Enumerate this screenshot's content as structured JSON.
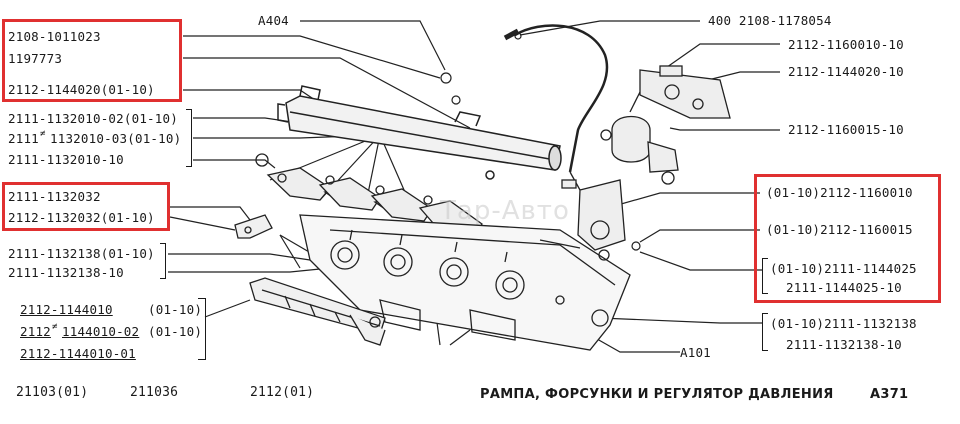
{
  "callouts": {
    "l1": "2108-1011023",
    "l2": "1197773",
    "l3": "2112-1144020(01-10)",
    "l4": "2111-1132010-02(01-10)",
    "l5": "2111",
    "l5b": "1132010-03(01-10)",
    "l6": "2111-1132010-10",
    "l7": "2111-1132032",
    "l8": "2112-1132032(01-10)",
    "l9": "2111-1132138(01-10)",
    "l10": "2111-1132138-10",
    "l11": "2112-1144010",
    "l11b": "(01-10)",
    "l12": "2112",
    "l12b": "1144010-02",
    "l12c": "(01-10)",
    "l13": "2112-1144010-01",
    "t1": "A404",
    "t2": "400 2108-1178054",
    "r1": "2112-1160010-10",
    "r2": "2112-1144020-10",
    "r3": "2112-1160015-10",
    "r4": "(01-10)2112-1160010",
    "r5": "(01-10)2112-1160015",
    "r6": "(01-10)2111-1144025",
    "r7": "2111-1144025-10",
    "r8": "(01-10)2111-1132138",
    "r9": "2111-1132138-10",
    "r10": "A101"
  },
  "footer": {
    "f1": "21103(01)",
    "f2": "211036",
    "f3": "2112(01)",
    "title": "РАМПА, ФОРСУНКИ И РЕГУЛЯТОР ДАВЛЕНИЯ",
    "code": "A371"
  },
  "watermark": "Тар-Авто",
  "colors": {
    "highlight": "#e03030",
    "ink": "#1a1a1a"
  }
}
